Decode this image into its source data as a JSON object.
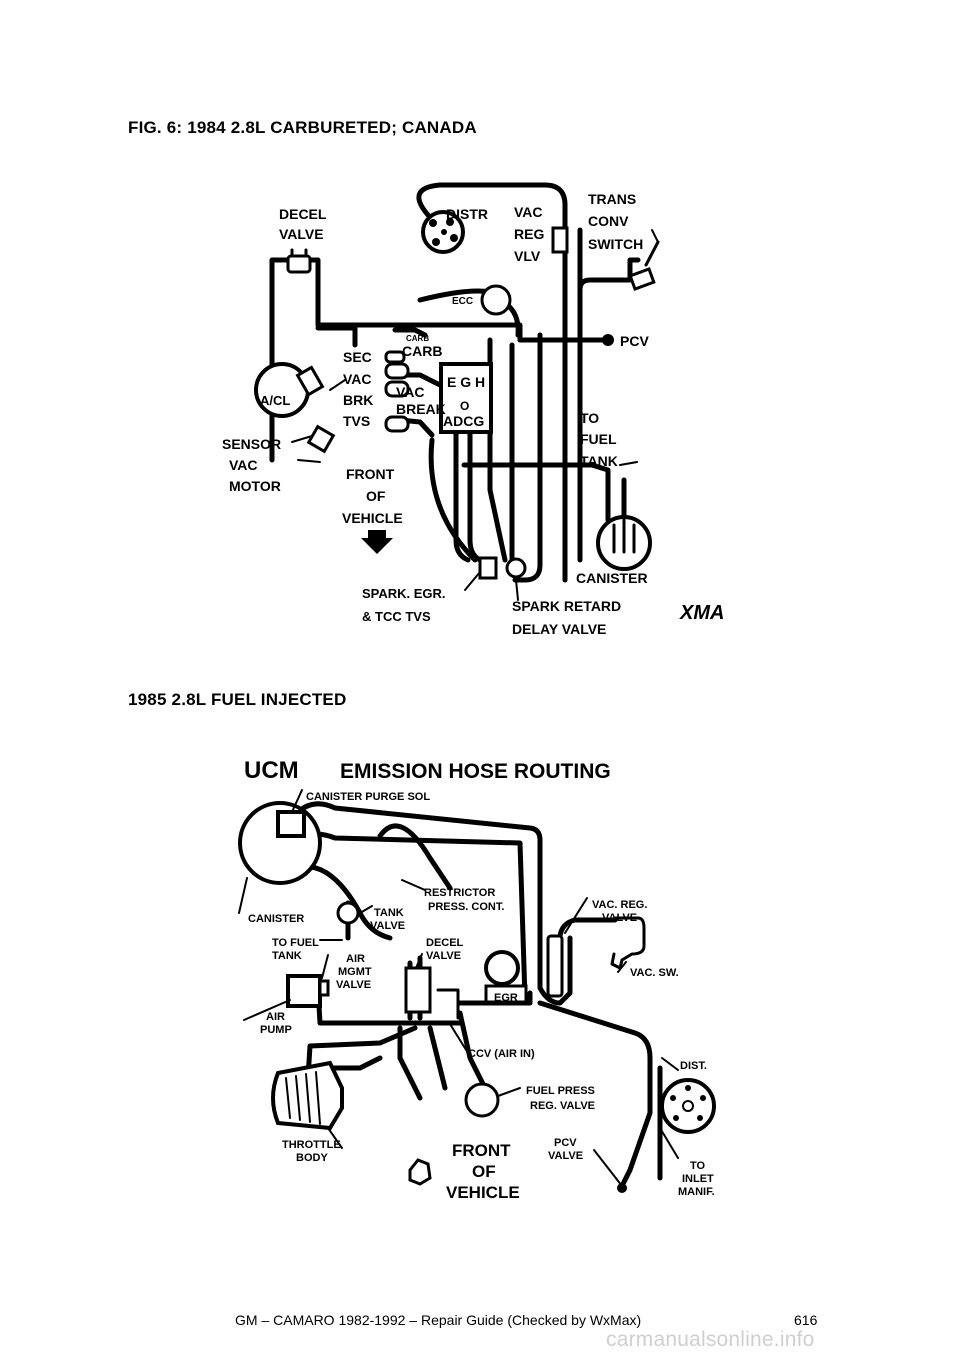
{
  "figure1": {
    "title": "FIG. 6: 1984 2.8L CARBURETED; CANADA",
    "labels": {
      "decel_valve": [
        "DECEL",
        "VALVE"
      ],
      "distr": "DISTR",
      "vac_reg_vlv": [
        "VAC",
        "REG",
        "VLV"
      ],
      "trans_conv_switch": [
        "TRANS",
        "CONV",
        "SWITCH"
      ],
      "ecm_mark": "ECC",
      "pcv": "PCV",
      "carb": [
        "CARB",
        "CARB"
      ],
      "sec_vac_brk_tvs": [
        "SEC",
        "VAC",
        "BRK",
        "TVS"
      ],
      "vac_break": [
        "VAC",
        "BREAK"
      ],
      "egr_letters": "E G H",
      "adcg_letters": "ADCG",
      "o_mark": "O",
      "a_cl": "A/CL",
      "sensor": "SENSOR",
      "vac_motor": [
        "VAC",
        "MOTOR"
      ],
      "front_of_vehicle": [
        "FRONT",
        "OF",
        "VEHICLE"
      ],
      "to_fuel_tank": [
        "TO",
        "FUEL",
        "TANK"
      ],
      "canister": "CANISTER",
      "spark_egr_tcc_tvs": [
        "SPARK. EGR.",
        "& TCC TVS"
      ],
      "spark_retard_delay_valve": [
        "SPARK RETARD",
        "DELAY VALVE"
      ],
      "code": "XMA"
    }
  },
  "figure2": {
    "title": "1985 2.8L FUEL INJECTED",
    "labels": {
      "ucm": "UCM",
      "emission_hose_routing": "EMISSION HOSE ROUTING",
      "canister_purge_sol": "CANISTER PURGE SOL",
      "restrictor_press_cont": [
        "RESTRICTOR",
        "PRESS. CONT."
      ],
      "canister": "CANISTER",
      "tank_valve": [
        "TANK",
        "VALVE"
      ],
      "vac_reg_valve": [
        "VAC. REG.",
        "VALVE"
      ],
      "to_fuel_tank": [
        "TO FUEL",
        "TANK"
      ],
      "air_mgmt_valve": [
        "AIR",
        "MGMT",
        "VALVE"
      ],
      "decel_valve": [
        "DECEL",
        "VALVE"
      ],
      "vac_sw": "VAC. SW.",
      "egr": "EGR",
      "air_pump": [
        "AIR",
        "PUMP"
      ],
      "ccv_air_in": "CCV (AIR IN)",
      "dist": "DIST.",
      "fuel_press_reg_valve": [
        "FUEL PRESS",
        "REG. VALVE"
      ],
      "throttle_body": [
        "THROTTLE",
        "BODY"
      ],
      "front_of_vehicle": [
        "FRONT",
        "OF",
        "VEHICLE"
      ],
      "pcv_valve": [
        "PCV",
        "VALVE"
      ],
      "to_inlet_manif": [
        "TO",
        "INLET",
        "MANIF."
      ]
    }
  },
  "footer": {
    "text": "GM – CAMARO 1982-1992 – Repair Guide (Checked by WxMax)",
    "page_number": "616",
    "watermark": "carmanualsonline.info"
  }
}
